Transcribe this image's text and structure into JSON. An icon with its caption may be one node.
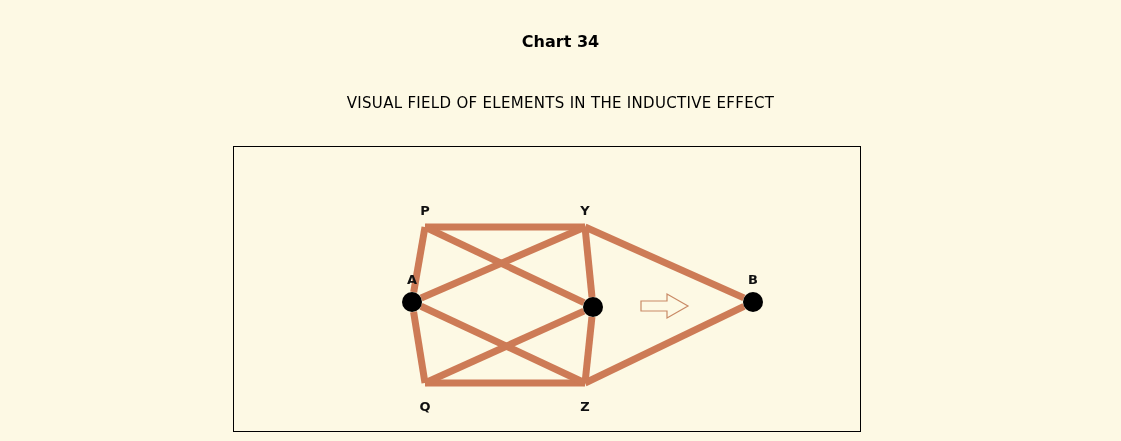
{
  "diagram": {
    "title": "Chart 34",
    "nodes": [
      {
        "text": [
          "P"
        ]
      },
      {
        "text": [
          "Y"
        ]
      },
      {
        "text": [],
        "shape": "circle",
        "beside": [
          "A"
        ]
      },
      {
        "text": [],
        "shape": "circle"
      },
      {
        "text": [],
        "shape": "circle",
        "beside": [
          "B"
        ]
      },
      {
        "text": [
          "Q"
        ]
      },
      {
        "text": [
          "Z"
        ]
      }
    ],
    "edges": [
      {
        "from": 0,
        "to": 1,
        "arrow": "none"
      },
      {
        "from": 0,
        "to": 2,
        "arrow": "none"
      },
      {
        "from": 2,
        "to": 5,
        "arrow": "none"
      },
      {
        "from": 5,
        "to": 6,
        "arrow": "none"
      },
      {
        "from": 1,
        "to": 3,
        "arrow": "none"
      },
      {
        "from": 3,
        "to": 6,
        "arrow": "none"
      },
      {
        "from": 0,
        "to": 3,
        "arrow": "none"
      },
      {
        "from": 2,
        "to": 1,
        "arrow": "none"
      },
      {
        "from": 2,
        "to": 6,
        "arrow": "none"
      },
      {
        "from": 5,
        "to": 3,
        "arrow": "none"
      },
      {
        "from": 1,
        "to": 4,
        "arrow": "none"
      },
      {
        "from": 6,
        "to": 4,
        "arrow": "none"
      }
    ],
    "labels": [
      "VISUAL FIELD OF ELEMENTS IN THE INDUCTIVE EFFECT"
    ]
  }
}
